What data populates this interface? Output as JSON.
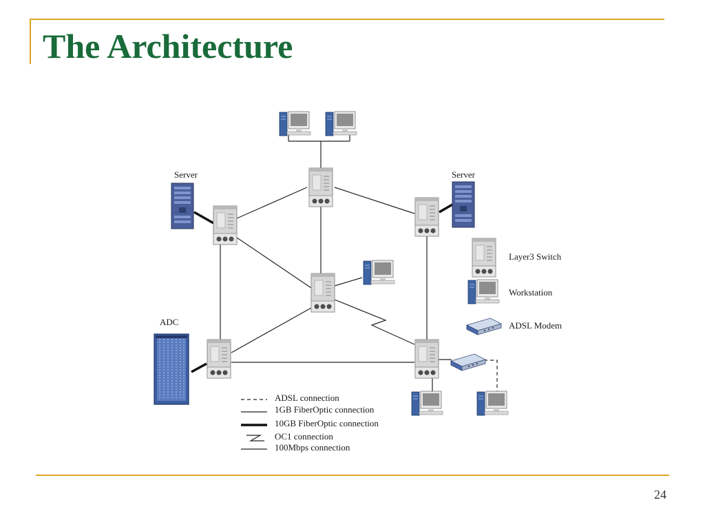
{
  "slide": {
    "title": "The Architecture",
    "page_number": "24"
  },
  "colors": {
    "title": "#1A6B3A",
    "accent_rule": "#E0A623",
    "switch_body": "#D4D4D4",
    "workstation_tower": "#3E64A3",
    "server_body": "#4A5F9A",
    "adc_body": "#3C5FA0"
  },
  "diagram": {
    "labels": {
      "server_left": "Server",
      "server_right": "Server",
      "adc": "ADC"
    },
    "key": {
      "layer3_switch": "Layer3 Switch",
      "workstation": "Workstation",
      "adsl_modem": "ADSL Modem"
    },
    "line_legend": [
      {
        "style": "dashed",
        "label": "ADSL connection"
      },
      {
        "style": "thin",
        "label": "1GB FiberOptic connection"
      },
      {
        "style": "thick",
        "label": "10GB FiberOptic connection"
      },
      {
        "style": "zigzag",
        "label": "OC1 connection"
      },
      {
        "style": "thin",
        "label": "100Mbps connection"
      }
    ]
  }
}
